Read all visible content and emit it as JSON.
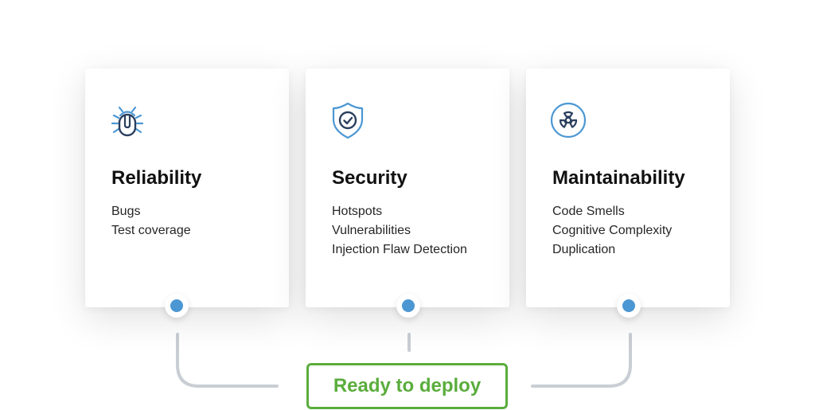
{
  "cards": [
    {
      "icon": "bug-icon",
      "title": "Reliability",
      "items": [
        "Bugs",
        "Test coverage"
      ]
    },
    {
      "icon": "shield-check-icon",
      "title": "Security",
      "items": [
        "Hotspots",
        "Vulnerabilities",
        "Injection Flaw Detection"
      ]
    },
    {
      "icon": "radiation-icon",
      "title": "Maintainability",
      "items": [
        "Code Smells",
        "Cognitive Complexity",
        "Duplication"
      ]
    }
  ],
  "deploy_label": "Ready to deploy",
  "colors": {
    "icon_blue": "#4b97d3",
    "icon_dark": "#2a3f5e",
    "deploy_green": "#5aad3c",
    "connector_gray": "#c9ced4",
    "node_blue": "#4b97d3"
  }
}
